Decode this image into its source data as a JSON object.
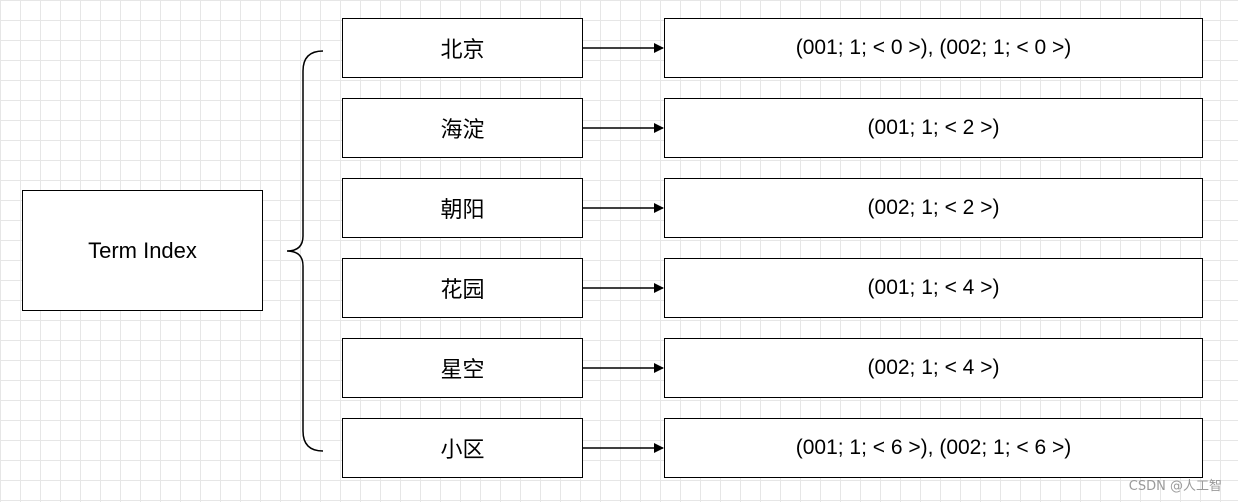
{
  "root": {
    "label": "Term Index"
  },
  "terms": [
    {
      "term": "北京",
      "postings": "(001; 1; < 0 >), (002; 1; < 0 >)"
    },
    {
      "term": "海淀",
      "postings": "(001; 1; < 2 >)"
    },
    {
      "term": "朝阳",
      "postings": "(002; 1; < 2 >)"
    },
    {
      "term": "花园",
      "postings": "(001; 1; < 4 >)"
    },
    {
      "term": "星空",
      "postings": "(002; 1; < 4 >)"
    },
    {
      "term": "小区",
      "postings": "(001; 1; < 6 >), (002; 1; < 6 >)"
    }
  ],
  "watermark": "CSDN @人工智"
}
